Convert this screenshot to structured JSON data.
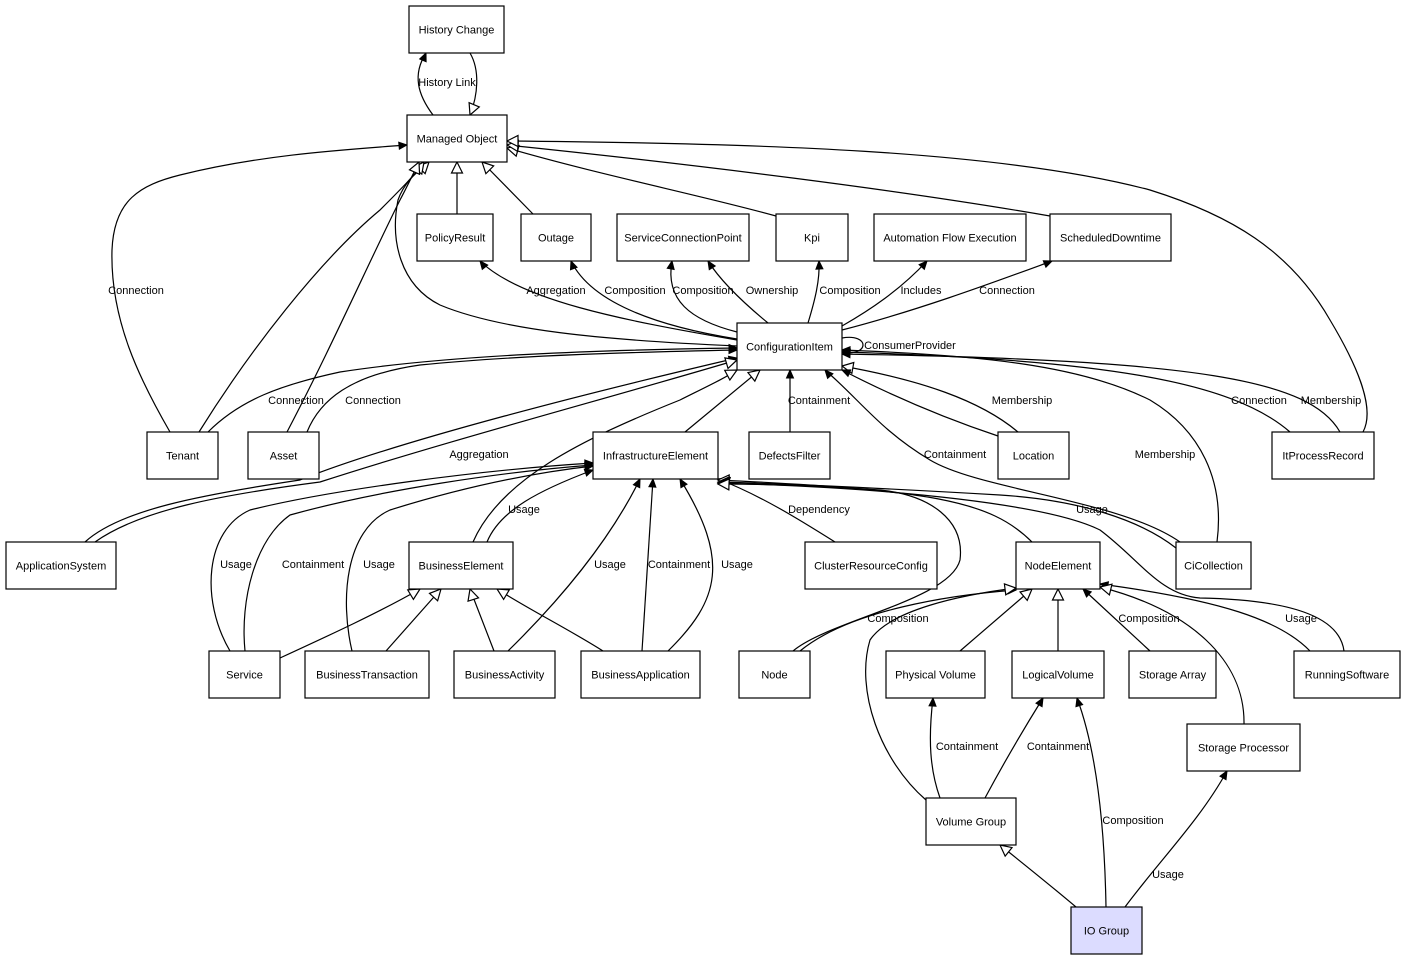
{
  "colors": {
    "line": "#000000",
    "node_fill": "#ffffff",
    "highlight_fill": "#dcdcff"
  },
  "nodes": [
    {
      "id": "history-change",
      "label": "History Change"
    },
    {
      "id": "managed-object",
      "label": "Managed Object"
    },
    {
      "id": "policy-result",
      "label": "PolicyResult"
    },
    {
      "id": "outage",
      "label": "Outage"
    },
    {
      "id": "service-connection-point",
      "label": "ServiceConnectionPoint"
    },
    {
      "id": "kpi",
      "label": "Kpi"
    },
    {
      "id": "automation-flow-execution",
      "label": "Automation Flow Execution"
    },
    {
      "id": "scheduled-downtime",
      "label": "ScheduledDowntime"
    },
    {
      "id": "configuration-item",
      "label": "ConfigurationItem"
    },
    {
      "id": "tenant",
      "label": "Tenant"
    },
    {
      "id": "asset",
      "label": "Asset"
    },
    {
      "id": "infrastructure-element",
      "label": "InfrastructureElement"
    },
    {
      "id": "defects-filter",
      "label": "DefectsFilter"
    },
    {
      "id": "location",
      "label": "Location"
    },
    {
      "id": "it-process-record",
      "label": "ItProcessRecord"
    },
    {
      "id": "application-system",
      "label": "ApplicationSystem"
    },
    {
      "id": "business-element",
      "label": "BusinessElement"
    },
    {
      "id": "cluster-resource-config",
      "label": "ClusterResourceConfig"
    },
    {
      "id": "node-element",
      "label": "NodeElement"
    },
    {
      "id": "ci-collection",
      "label": "CiCollection"
    },
    {
      "id": "service",
      "label": "Service"
    },
    {
      "id": "business-transaction",
      "label": "BusinessTransaction"
    },
    {
      "id": "business-activity",
      "label": "BusinessActivity"
    },
    {
      "id": "business-application",
      "label": "BusinessApplication"
    },
    {
      "id": "node",
      "label": "Node"
    },
    {
      "id": "physical-volume",
      "label": "Physical Volume"
    },
    {
      "id": "logical-volume",
      "label": "LogicalVolume"
    },
    {
      "id": "storage-array",
      "label": "Storage Array"
    },
    {
      "id": "running-software",
      "label": "RunningSoftware"
    },
    {
      "id": "storage-processor",
      "label": "Storage Processor"
    },
    {
      "id": "volume-group",
      "label": "Volume Group"
    },
    {
      "id": "io-group",
      "label": "IO Group",
      "highlight": true
    }
  ],
  "edges": [
    {
      "id": "history-link-up",
      "from": "managed-object",
      "to": "history-change",
      "kind": "association",
      "label": "History Link"
    },
    {
      "id": "history-link-down",
      "from": "history-change",
      "to": "managed-object",
      "kind": "inheritance",
      "label": ""
    },
    {
      "id": "policyresult-inh",
      "from": "policy-result",
      "to": "managed-object",
      "kind": "inheritance",
      "label": ""
    },
    {
      "id": "outage-inh",
      "from": "outage",
      "to": "managed-object",
      "kind": "inheritance",
      "label": ""
    },
    {
      "id": "kpi-inh",
      "from": "kpi",
      "to": "managed-object",
      "kind": "inheritance",
      "label": ""
    },
    {
      "id": "scheduled-inh",
      "from": "scheduled-downtime",
      "to": "managed-object",
      "kind": "inheritance",
      "label": ""
    },
    {
      "id": "itprocess-inh",
      "from": "it-process-record",
      "to": "managed-object",
      "kind": "inheritance",
      "label": ""
    },
    {
      "id": "ci-inh",
      "from": "configuration-item",
      "to": "managed-object",
      "kind": "inheritance",
      "label": ""
    },
    {
      "id": "tenant-inh",
      "from": "tenant",
      "to": "managed-object",
      "kind": "inheritance",
      "label": ""
    },
    {
      "id": "asset-inh",
      "from": "asset",
      "to": "managed-object",
      "kind": "inheritance",
      "label": ""
    },
    {
      "id": "tenant-connection-mo",
      "from": "tenant",
      "to": "managed-object",
      "kind": "association",
      "label": "Connection"
    },
    {
      "id": "ci-aggregation-policy",
      "from": "configuration-item",
      "to": "policy-result",
      "kind": "association",
      "label": "Aggregation"
    },
    {
      "id": "ci-composition-outage",
      "from": "configuration-item",
      "to": "outage",
      "kind": "association",
      "label": "Composition"
    },
    {
      "id": "ci-composition-scp",
      "from": "configuration-item",
      "to": "service-connection-point",
      "kind": "association",
      "label": "Composition"
    },
    {
      "id": "ci-ownership-scp",
      "from": "configuration-item",
      "to": "service-connection-point",
      "kind": "association",
      "label": "Ownership"
    },
    {
      "id": "ci-composition-kpi",
      "from": "configuration-item",
      "to": "kpi",
      "kind": "association",
      "label": "Composition"
    },
    {
      "id": "ci-includes-afe",
      "from": "configuration-item",
      "to": "automation-flow-execution",
      "kind": "association",
      "label": "Includes"
    },
    {
      "id": "ci-connection-sd",
      "from": "configuration-item",
      "to": "scheduled-downtime",
      "kind": "association",
      "label": "Connection"
    },
    {
      "id": "ci-consumer-provider",
      "from": "configuration-item",
      "to": "configuration-item",
      "kind": "association",
      "label": "ConsumerProvider"
    },
    {
      "id": "tenant-connection-ci",
      "from": "tenant",
      "to": "configuration-item",
      "kind": "association",
      "label": "Connection"
    },
    {
      "id": "asset-connection-ci",
      "from": "asset",
      "to": "configuration-item",
      "kind": "association",
      "label": "Connection"
    },
    {
      "id": "appsys-aggregation-ci",
      "from": "application-system",
      "to": "configuration-item",
      "kind": "association",
      "label": "Aggregation"
    },
    {
      "id": "infra-inh-ci",
      "from": "infrastructure-element",
      "to": "configuration-item",
      "kind": "inheritance",
      "label": ""
    },
    {
      "id": "defects-containment-ci",
      "from": "defects-filter",
      "to": "configuration-item",
      "kind": "association",
      "label": "Containment"
    },
    {
      "id": "location-inh-ci",
      "from": "location",
      "to": "configuration-item",
      "kind": "inheritance",
      "label": ""
    },
    {
      "id": "location-membership-ci",
      "from": "location",
      "to": "configuration-item",
      "kind": "association",
      "label": "Membership"
    },
    {
      "id": "cicoll-containment-ci",
      "from": "ci-collection",
      "to": "configuration-item",
      "kind": "association",
      "label": "Containment"
    },
    {
      "id": "cicoll-membership-ci",
      "from": "ci-collection",
      "to": "configuration-item",
      "kind": "association",
      "label": "Membership"
    },
    {
      "id": "itprocess-connection-ci",
      "from": "it-process-record",
      "to": "configuration-item",
      "kind": "association",
      "label": "Connection"
    },
    {
      "id": "itprocess-membership-ci",
      "from": "it-process-record",
      "to": "configuration-item",
      "kind": "association",
      "label": "Membership"
    },
    {
      "id": "appsys-inh-ci",
      "from": "application-system",
      "to": "configuration-item",
      "kind": "inheritance",
      "label": ""
    },
    {
      "id": "business-inh-ci",
      "from": "business-element",
      "to": "configuration-item",
      "kind": "inheritance",
      "label": ""
    },
    {
      "id": "business-usage-infra",
      "from": "business-element",
      "to": "infrastructure-element",
      "kind": "association",
      "label": "Usage"
    },
    {
      "id": "service-usage-infra",
      "from": "service",
      "to": "infrastructure-element",
      "kind": "association",
      "label": "Usage"
    },
    {
      "id": "service-containment-infra",
      "from": "service",
      "to": "infrastructure-element",
      "kind": "association",
      "label": "Containment"
    },
    {
      "id": "btrans-usage-infra",
      "from": "business-transaction",
      "to": "infrastructure-element",
      "kind": "association",
      "label": "Usage"
    },
    {
      "id": "bact-usage-infra",
      "from": "business-activity",
      "to": "infrastructure-element",
      "kind": "association",
      "label": "Usage"
    },
    {
      "id": "bapp-containment-infra",
      "from": "business-application",
      "to": "infrastructure-element",
      "kind": "association",
      "label": "Containment"
    },
    {
      "id": "bapp-usage-infra",
      "from": "business-application",
      "to": "infrastructure-element",
      "kind": "association",
      "label": "Usage"
    },
    {
      "id": "cluster-dependency-infra",
      "from": "cluster-resource-config",
      "to": "infrastructure-element",
      "kind": "inheritance",
      "label": "Dependency"
    },
    {
      "id": "nodeel-inh-infra",
      "from": "node-element",
      "to": "infrastructure-element",
      "kind": "inheritance",
      "label": ""
    },
    {
      "id": "cicoll-usage-infra",
      "from": "ci-collection",
      "to": "infrastructure-element",
      "kind": "inheritance",
      "label": "Usage"
    },
    {
      "id": "running-inh-infra",
      "from": "running-software",
      "to": "infrastructure-element",
      "kind": "inheritance",
      "label": ""
    },
    {
      "id": "node-inh-infra",
      "from": "node",
      "to": "infrastructure-element",
      "kind": "inheritance",
      "label": ""
    },
    {
      "id": "service-inh-be",
      "from": "service",
      "to": "business-element",
      "kind": "inheritance",
      "label": ""
    },
    {
      "id": "btrans-inh-be",
      "from": "business-transaction",
      "to": "business-element",
      "kind": "inheritance",
      "label": ""
    },
    {
      "id": "bact-inh-be",
      "from": "business-activity",
      "to": "business-element",
      "kind": "inheritance",
      "label": ""
    },
    {
      "id": "bapp-inh-be",
      "from": "business-application",
      "to": "business-element",
      "kind": "inheritance",
      "label": ""
    },
    {
      "id": "node-composition-ne",
      "from": "node",
      "to": "node-element",
      "kind": "association",
      "label": "Composition"
    },
    {
      "id": "pv-inh-ne",
      "from": "physical-volume",
      "to": "node-element",
      "kind": "inheritance",
      "label": ""
    },
    {
      "id": "lv-inh-ne",
      "from": "logical-volume",
      "to": "node-element",
      "kind": "inheritance",
      "label": ""
    },
    {
      "id": "sa-composition-ne",
      "from": "storage-array",
      "to": "node-element",
      "kind": "association",
      "label": "Composition"
    },
    {
      "id": "running-usage-ne",
      "from": "running-software",
      "to": "node-element",
      "kind": "association",
      "label": "Usage"
    },
    {
      "id": "sp-inh-ne",
      "from": "storage-processor",
      "to": "node-element",
      "kind": "inheritance",
      "label": ""
    },
    {
      "id": "vg-inh-ne",
      "from": "volume-group",
      "to": "node-element",
      "kind": "inheritance",
      "label": ""
    },
    {
      "id": "vg-containment-pv",
      "from": "volume-group",
      "to": "physical-volume",
      "kind": "association",
      "label": "Containment"
    },
    {
      "id": "vg-containment-lv",
      "from": "volume-group",
      "to": "logical-volume",
      "kind": "association",
      "label": "Containment"
    },
    {
      "id": "io-composition-lv",
      "from": "io-group",
      "to": "logical-volume",
      "kind": "association",
      "label": "Composition"
    },
    {
      "id": "io-inh-vg",
      "from": "io-group",
      "to": "volume-group",
      "kind": "inheritance",
      "label": ""
    },
    {
      "id": "io-usage-sp",
      "from": "io-group",
      "to": "storage-processor",
      "kind": "association",
      "label": "Usage"
    }
  ]
}
